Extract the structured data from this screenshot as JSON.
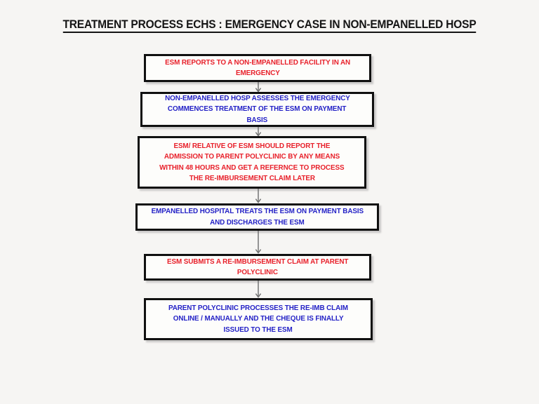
{
  "diagram": {
    "title": "TREATMENT PROCESS ECHS : EMERGENCY CASE IN NON-EMPANELLED HOSP",
    "colors": {
      "background": "#f6f5f3",
      "title_text": "#141414",
      "red_text": "#e8202a",
      "blue_text": "#2321c6",
      "box_border": "#101010",
      "box_fill": "#fdfdfb",
      "connector": "#6b6b6b"
    },
    "steps": [
      {
        "id": "step-1",
        "color": "red",
        "lines": [
          "ESM REPORTS TO A NON-EMPANELLED FACILITY IN AN",
          "EMERGENCY"
        ]
      },
      {
        "id": "step-2",
        "color": "blue",
        "lines": [
          "NON-EMPANELLED HOSP ASSESSES THE EMERGENCY",
          "COMMENCES TREATMENT OF THE ESM ON PAYMENT",
          "BASIS"
        ]
      },
      {
        "id": "step-3",
        "color": "red",
        "lines": [
          "ESM/ RELATIVE OF ESM SHOULD REPORT THE",
          "ADMISSION TO PARENT POLYCLINIC BY ANY MEANS",
          "WITHIN 48 HOURS  AND GET A REFERNCE TO PROCESS",
          "THE RE-IMBURSEMENT CLAIM LATER"
        ]
      },
      {
        "id": "step-4",
        "color": "blue",
        "lines": [
          "EMPANELLED HOSPITAL TREATS THE ESM ON PAYMENT BASIS",
          "AND DISCHARGES THE ESM"
        ]
      },
      {
        "id": "step-5",
        "color": "red",
        "lines": [
          "ESM SUBMITS A  RE-IMBURSEMENT CLAIM AT PARENT",
          "POLYCLINIC"
        ]
      },
      {
        "id": "step-6",
        "color": "blue",
        "lines": [
          "PARENT POLYCLINIC PROCESSES THE RE-IMB CLAIM",
          "ONLINE / MANUALLY AND THE CHEQUE IS FINALLY",
          "ISSUED TO THE ESM"
        ]
      }
    ]
  }
}
